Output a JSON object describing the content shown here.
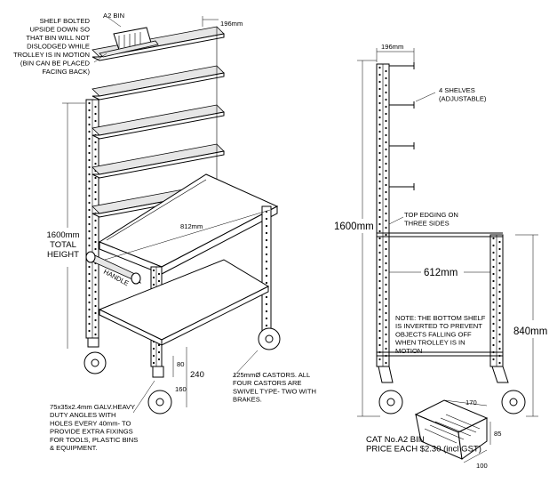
{
  "labels": {
    "a2_bin": "A2 BIN",
    "shelf_note": [
      "SHELF BOLTED",
      "UPSIDE DOWN SO",
      "THAT BIN WILL NOT",
      "DISLODGED WHILE",
      "TROLLEY IS IN MOTION",
      "(BIN CAN BE PLACED",
      "FACING BACK)"
    ],
    "dim_196_left": "196mm",
    "dim_196_right": "196mm",
    "total_height": [
      "1600mm",
      "TOTAL",
      "HEIGHT"
    ],
    "dim_812": "812mm",
    "handle": "HANDLE",
    "dim_80": "80",
    "dim_240": "240",
    "dim_160": "160",
    "angles_note": [
      "75x35x2.4mm GALV.HEAVY",
      "DUTY ANGLES WITH",
      "HOLES EVERY 40mm- TO",
      "PROVIDE EXTRA FIXINGS",
      "FOR TOOLS, PLASTIC BINS",
      "& EQUIPMENT."
    ],
    "castors_note": [
      "125mmØ CASTORS.  ALL",
      "FOUR CASTORS ARE",
      "SWIVEL TYPE- TWO WITH",
      "BRAKES."
    ],
    "shelves_note": [
      "4 SHELVES",
      "(ADJUSTABLE)"
    ],
    "edging_note": [
      "TOP EDGING ON",
      "THREE SIDES"
    ],
    "dim_1600_right": "1600mm",
    "dim_612": "612mm",
    "dim_840": "840mm",
    "bottom_note": [
      "NOTE: THE BOTTOM SHELF",
      "IS INVERTED TO PREVENT",
      "OBJECTS FALLING OFF",
      "WHEN TROLLEY IS IN",
      "MOTION"
    ],
    "bin_170": "170",
    "bin_85": "85",
    "bin_100": "100",
    "bin_caption": [
      "CAT No.A2 BIN",
      "PRICE EACH $2.30 (incl GST)"
    ]
  },
  "icons": [
    "castor-wheel-icon",
    "plastic-bin-icon"
  ]
}
